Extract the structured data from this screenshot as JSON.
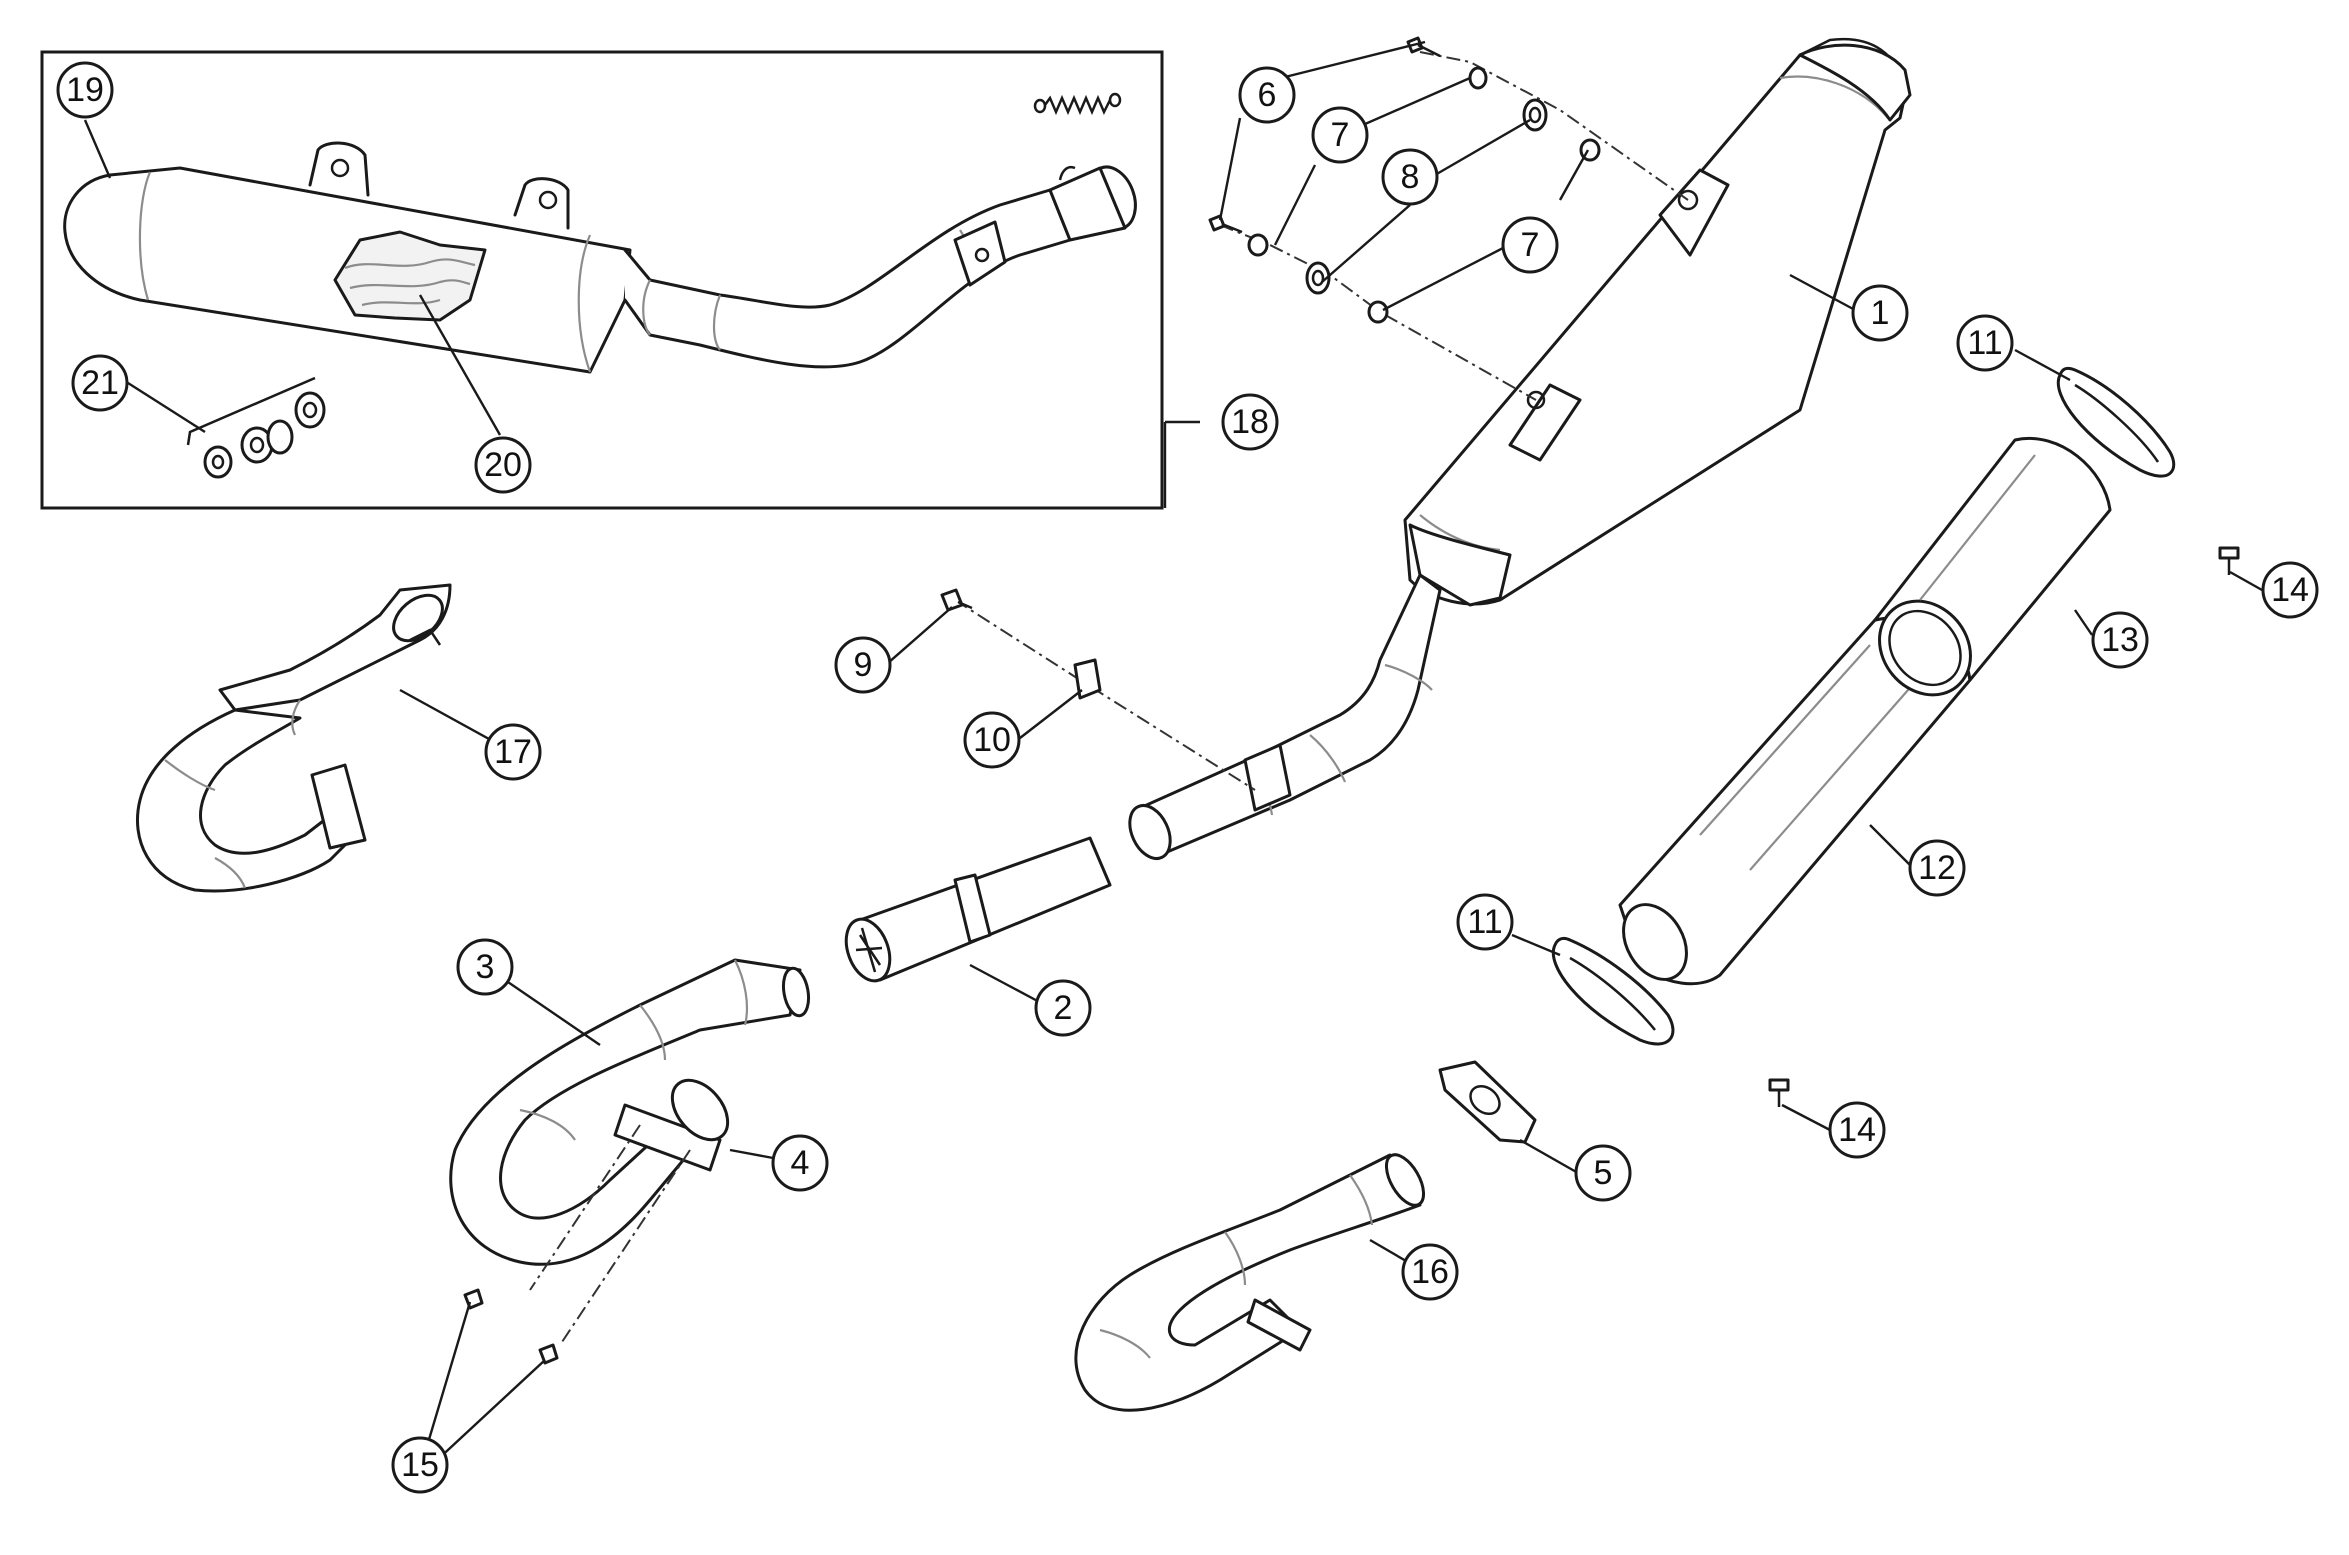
{
  "callouts": [
    {
      "id": "c19",
      "label": "19"
    },
    {
      "id": "c18",
      "label": "18"
    },
    {
      "id": "c20",
      "label": "20"
    },
    {
      "id": "c21",
      "label": "21"
    },
    {
      "id": "c6",
      "label": "6"
    },
    {
      "id": "c7a",
      "label": "7"
    },
    {
      "id": "c7b",
      "label": "7"
    },
    {
      "id": "c8",
      "label": "8"
    },
    {
      "id": "c1",
      "label": "1"
    },
    {
      "id": "c11a",
      "label": "11"
    },
    {
      "id": "c11b",
      "label": "11"
    },
    {
      "id": "c14a",
      "label": "14"
    },
    {
      "id": "c14b",
      "label": "14"
    },
    {
      "id": "c13",
      "label": "13"
    },
    {
      "id": "c12",
      "label": "12"
    },
    {
      "id": "c9",
      "label": "9"
    },
    {
      "id": "c10",
      "label": "10"
    },
    {
      "id": "c17",
      "label": "17"
    },
    {
      "id": "c3",
      "label": "3"
    },
    {
      "id": "c2",
      "label": "2"
    },
    {
      "id": "c4",
      "label": "4"
    },
    {
      "id": "c5",
      "label": "5"
    },
    {
      "id": "c16",
      "label": "16"
    },
    {
      "id": "c15",
      "label": "15"
    }
  ]
}
